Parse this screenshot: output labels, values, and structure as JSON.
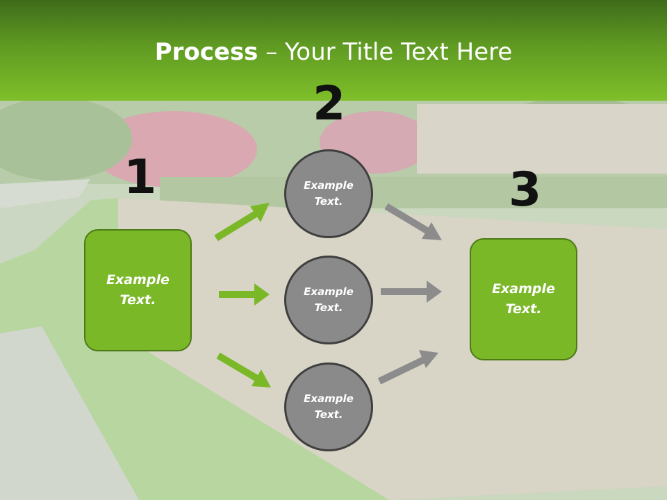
{
  "title": {
    "bold": "Process",
    "rest": " – Your Title Text Here"
  },
  "steps": [
    {
      "number": "1",
      "text": "Example\nText."
    },
    {
      "number": "2",
      "texts": [
        "Example\nText.",
        "Example\nText.",
        "Example\nText."
      ]
    },
    {
      "number": "3",
      "text": "Example\nText."
    }
  ],
  "colors": {
    "header_dark": "#3e6b1a",
    "header_light": "#7fbf2a",
    "box_green": "#7ab828",
    "circle_gray": "#8a8a8a",
    "arrow_green": "#7ab828",
    "arrow_gray": "#8c8c8c"
  }
}
